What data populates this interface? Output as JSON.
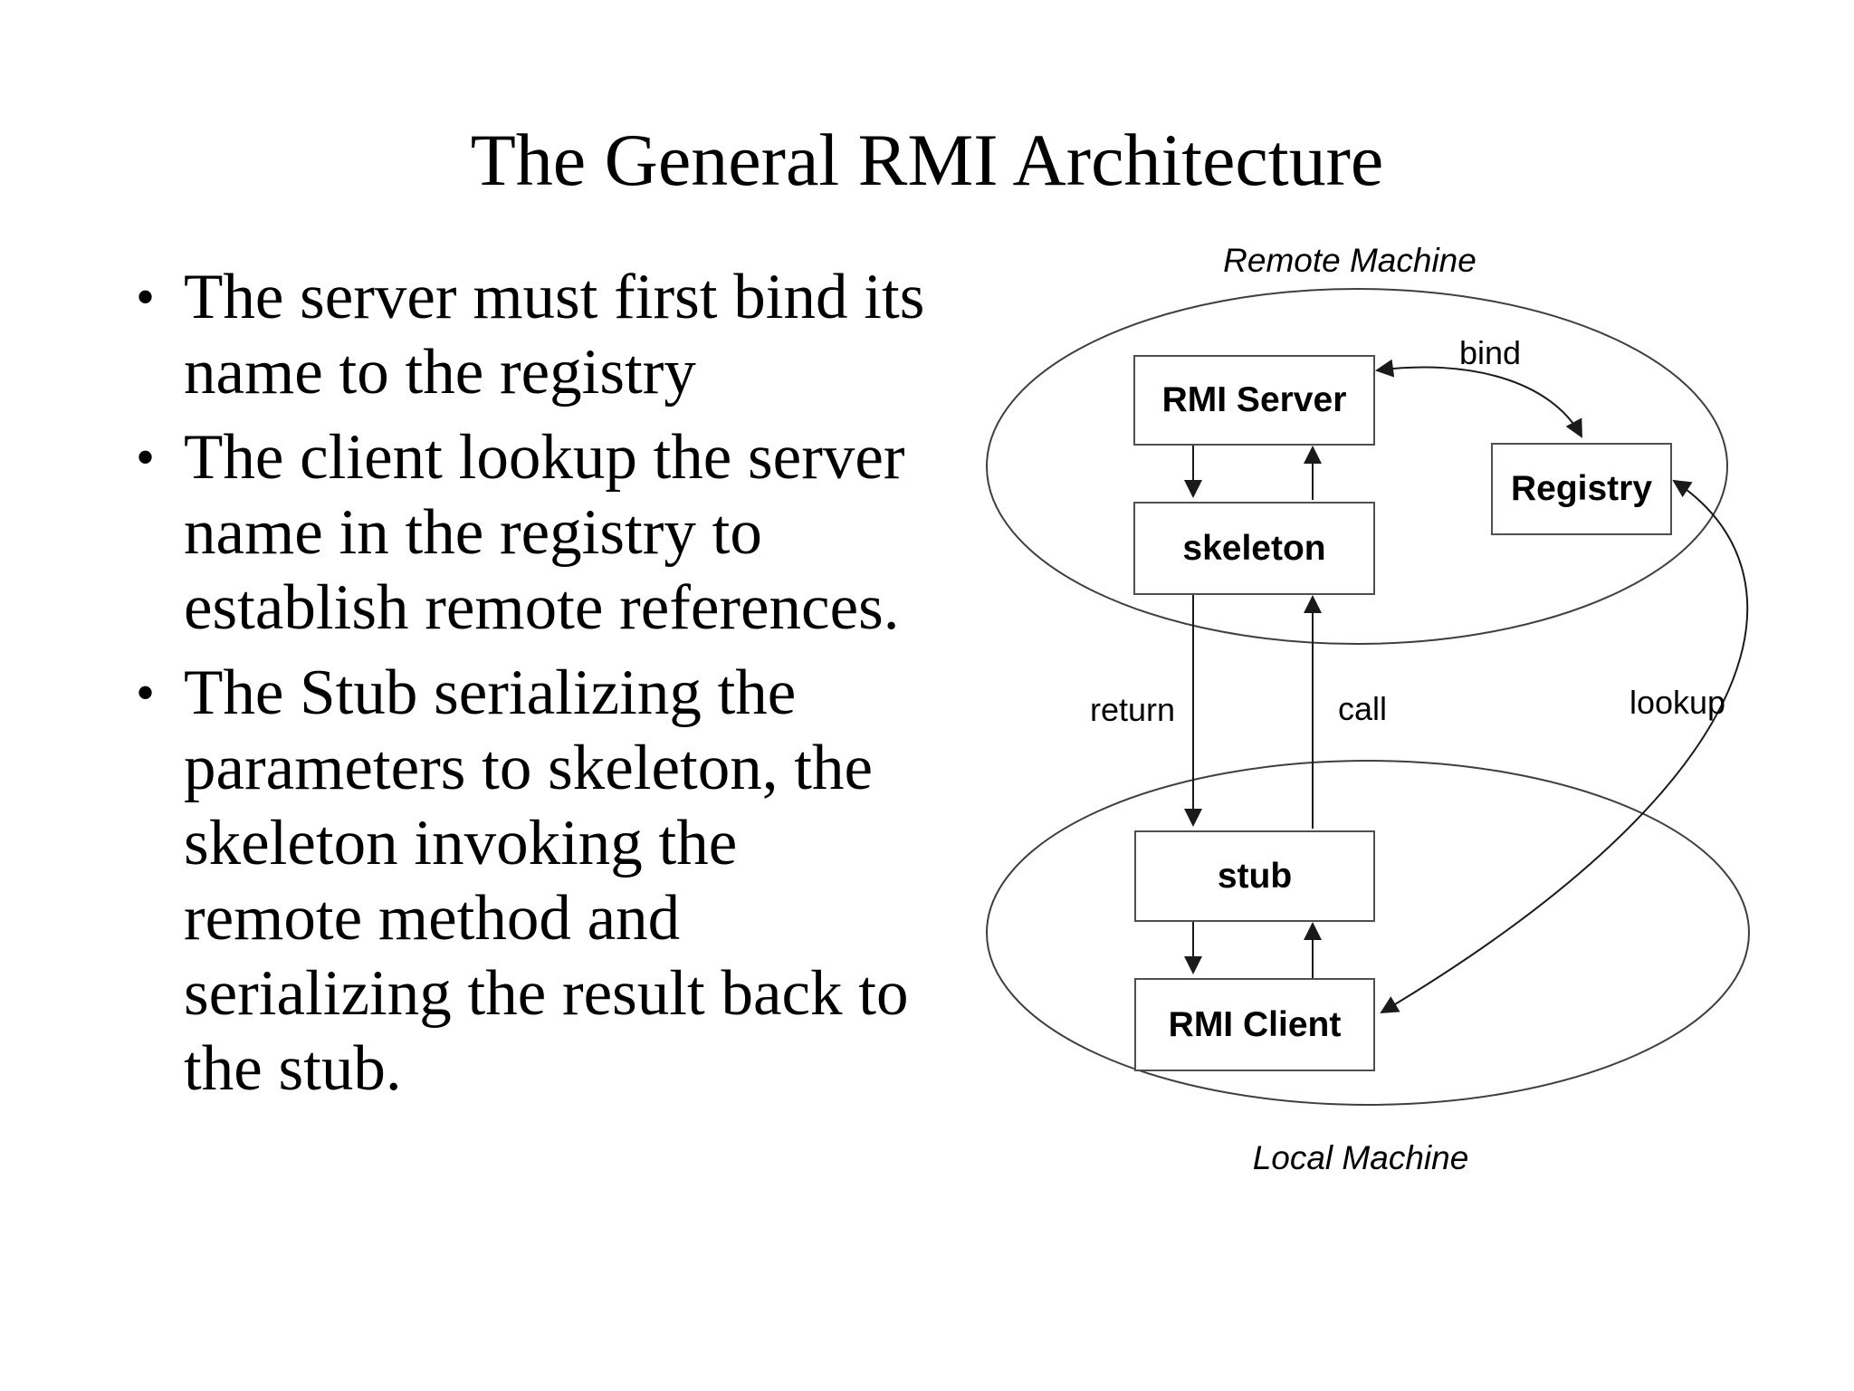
{
  "slide": {
    "title": "The General RMI Architecture",
    "bullet_glyph": "•",
    "bullets": [
      {
        "lines": [
          "The server must first bind its",
          "name to the registry"
        ]
      },
      {
        "lines": [
          "The client lookup the server",
          "name in the registry to",
          "establish remote references."
        ]
      },
      {
        "lines": [
          "The Stub serializing the",
          "parameters to skeleton, the",
          "skeleton invoking the",
          "remote method and",
          "serializing the result back to",
          "the stub."
        ]
      }
    ]
  },
  "diagram": {
    "machines": {
      "remote_label": "Remote Machine",
      "local_label": "Local Machine"
    },
    "nodes": {
      "rmi_server": "RMI Server",
      "skeleton": "skeleton",
      "registry": "Registry",
      "stub": "stub",
      "rmi_client": "RMI Client"
    },
    "edge_labels": {
      "bind": "bind",
      "return": "return",
      "call": "call",
      "lookup": "lookup"
    },
    "colors": {
      "background": "#ffffff",
      "text": "#000000",
      "box_border": "#4f4f4f",
      "ellipse_stroke": "#3f3f3f",
      "arrow": "#1a1a1a"
    }
  }
}
